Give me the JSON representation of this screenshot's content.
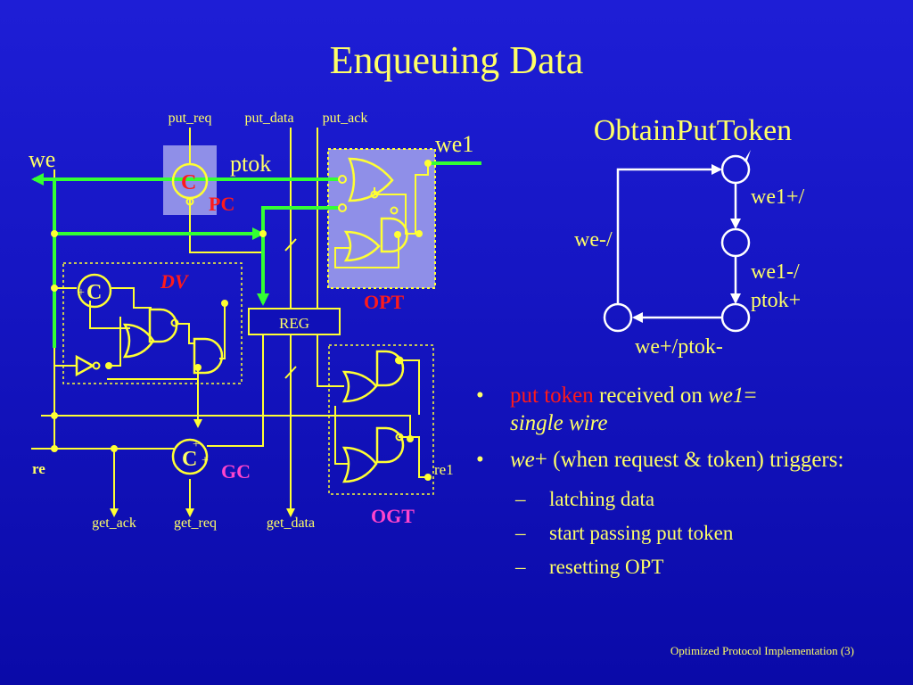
{
  "slide": {
    "title": "Enqueuing Data",
    "footer": "Optimized Protocol Implementation (3)"
  },
  "colors": {
    "background": "#1212c0",
    "wire": "#ffff33",
    "token_wire": "#33ff33",
    "highlight": "#ff1a1a",
    "label_gc": "#ff44cc"
  },
  "circuit": {
    "top_signals": [
      "put_req",
      "put_data",
      "put_ack"
    ],
    "bottom_signals": [
      "get_ack",
      "get_req",
      "get_data"
    ],
    "we": "we",
    "we1": "we1",
    "ptok": "ptok",
    "re": "re",
    "re1": "re1",
    "c_element": "C",
    "c_plus": "+",
    "pc": "PC",
    "dv": "DV",
    "opt": "OPT",
    "reg": "REG",
    "gc": "GC",
    "ogt": "OGT"
  },
  "state_graph": {
    "title": "ObtainPutToken",
    "edges": [
      "we1+/",
      "we1-/",
      "ptok+",
      "we-/",
      "we+/ptok-"
    ]
  },
  "bullets": [
    {
      "dot": "•",
      "hl": "put token",
      "text1": " received on ",
      "it1": "we1",
      "text2": "=",
      "it2": "single wire"
    },
    {
      "dot": "•",
      "it1": "we",
      "text1": "+ (when request & token) triggers:"
    }
  ],
  "subitems": [
    {
      "dash": "–",
      "text": "latching data"
    },
    {
      "dash": "–",
      "text": "start passing put token"
    },
    {
      "dash": "–",
      "text": "resetting OPT"
    }
  ]
}
